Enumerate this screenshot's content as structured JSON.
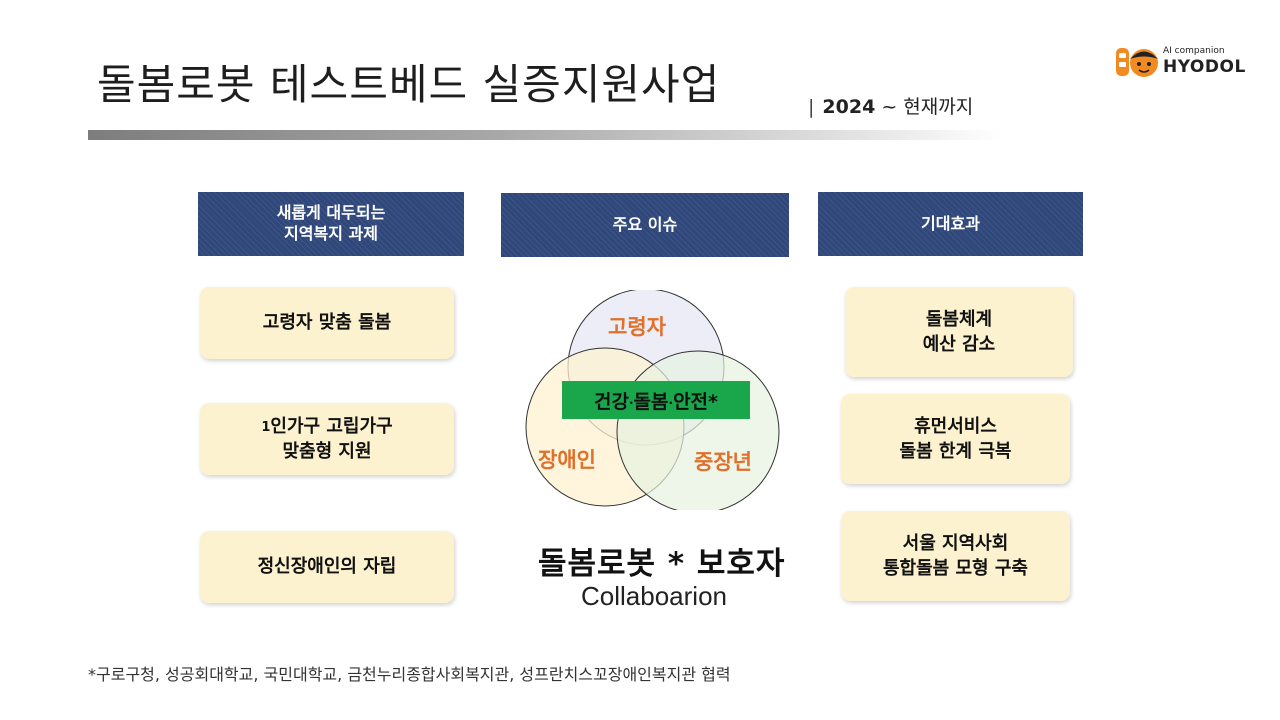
{
  "slide": {
    "title": "돌봄로봇 테스트베드 실증지원사업",
    "subtitle_year": "2024",
    "subtitle_rest": " ~ 현재까지",
    "subtitle_separator": "|"
  },
  "logo": {
    "small_text": "AI companion",
    "brand": "HYODOL",
    "colors": {
      "orange": "#f28a22",
      "dark": "#222222"
    }
  },
  "headers": {
    "left": "새롭게 대두되는\n지역복지 과제",
    "center": "주요 이슈",
    "right": "기대효과",
    "color": "#2f477a"
  },
  "left_cards": {
    "item1": "고령자 맞춤 돌봄",
    "item2_superscript": "1",
    "item2_line1": "인가구 고립가구",
    "item2_line2": "맞춤형 지원",
    "item3": "정신장애인의 자립"
  },
  "right_cards": {
    "item1": "돌봄체계\n예산 감소",
    "item2": "휴먼서비스\n돌봄 한계 극복",
    "item3": "서울 지역사회\n통합돌봄 모형 구축"
  },
  "venn": {
    "top": "고령자",
    "left": "장애인",
    "right": "중장년",
    "center_part1": "건강",
    "center_part2": "돌봄",
    "center_part3": "안전*",
    "dot": ".",
    "colors": {
      "top_fill": "#eaeaf7",
      "left_fill": "#fdf2d0",
      "right_fill": "#e6f2e0",
      "label": "#e0702a",
      "center_box": "#1aa64b"
    }
  },
  "collaboration": {
    "title": "돌봄로봇 * 보호자",
    "subtitle": "Collaboarion"
  },
  "footnote": "*구로구청, 성공회대학교, 국민대학교, 금천누리종합사회복지관, 성프란치스꼬장애인복지관 협력",
  "card_color": "#fdf2d0"
}
